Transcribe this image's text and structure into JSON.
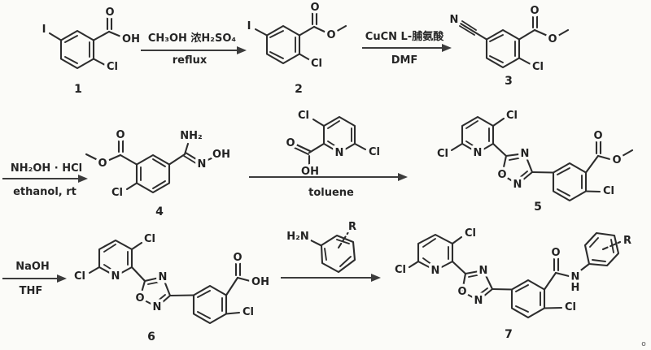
{
  "scheme": {
    "ink_color": "#2d2d2d",
    "background_color": "#fbfbf8",
    "footnote_mark": "o"
  },
  "steps": {
    "s1": {
      "above": "CH₃OH  浓H₂SO₄",
      "below": "reflux"
    },
    "s2": {
      "above": "CuCN  L-脯氨酸",
      "below": "DMF"
    },
    "s3": {
      "above": "NH₂OH · HCl",
      "below": "ethanol, rt"
    },
    "s4": {
      "below": "toluene"
    },
    "s5": {
      "above": "NaOH",
      "below": "THF"
    }
  },
  "molecules": {
    "c1": {
      "number": "1",
      "atoms": {
        "iodo": "I",
        "carbonyl_o": "O",
        "hydroxyl": "OH",
        "chloro": "Cl"
      }
    },
    "c2": {
      "number": "2",
      "atoms": {
        "iodo": "I",
        "carbonyl_o": "O",
        "ester_o": "O",
        "chloro": "Cl"
      }
    },
    "c3": {
      "number": "3",
      "atoms": {
        "nitrile_n": "N",
        "carbonyl_o": "O",
        "ester_o": "O",
        "chloro": "Cl"
      }
    },
    "c4": {
      "number": "4",
      "atoms": {
        "carbonyl_o": "O",
        "ester_o": "O",
        "amine": "NH₂",
        "imine_n": "N",
        "hydroxyl": "OH",
        "chloro": "Cl"
      }
    },
    "pyridine_acid": {
      "atoms": {
        "chloro_top": "Cl",
        "chloro_right": "Cl",
        "ring_n": "N",
        "carbonyl_o": "O",
        "hydroxyl": "OH"
      }
    },
    "c5": {
      "number": "5",
      "atoms": {
        "chloro_top": "Cl",
        "chloro_left": "Cl",
        "pyridine_n": "N",
        "oxadiazole_n4": "N",
        "oxadiazole_n2": "N",
        "oxadiazole_o": "O",
        "carbonyl_o": "O",
        "ester_o": "O",
        "chloro": "Cl"
      }
    },
    "c6": {
      "number": "6",
      "atoms": {
        "chloro_top": "Cl",
        "chloro_left": "Cl",
        "pyridine_n": "N",
        "oxadiazole_n4": "N",
        "oxadiazole_n2": "N",
        "oxadiazole_o": "O",
        "carbonyl_o": "O",
        "hydroxyl": "OH",
        "chloro": "Cl"
      }
    },
    "aniline": {
      "atoms": {
        "amine": "H₂N",
        "r_group": "R"
      }
    },
    "c7": {
      "number": "7",
      "atoms": {
        "chloro_top": "Cl",
        "chloro_left": "Cl",
        "pyridine_n": "N",
        "oxadiazole_n4": "N",
        "oxadiazole_n2": "N",
        "oxadiazole_o": "O",
        "carbonyl_o": "O",
        "amide_n": "N",
        "amide_h": "H",
        "r_group": "R",
        "chloro": "Cl"
      }
    }
  }
}
